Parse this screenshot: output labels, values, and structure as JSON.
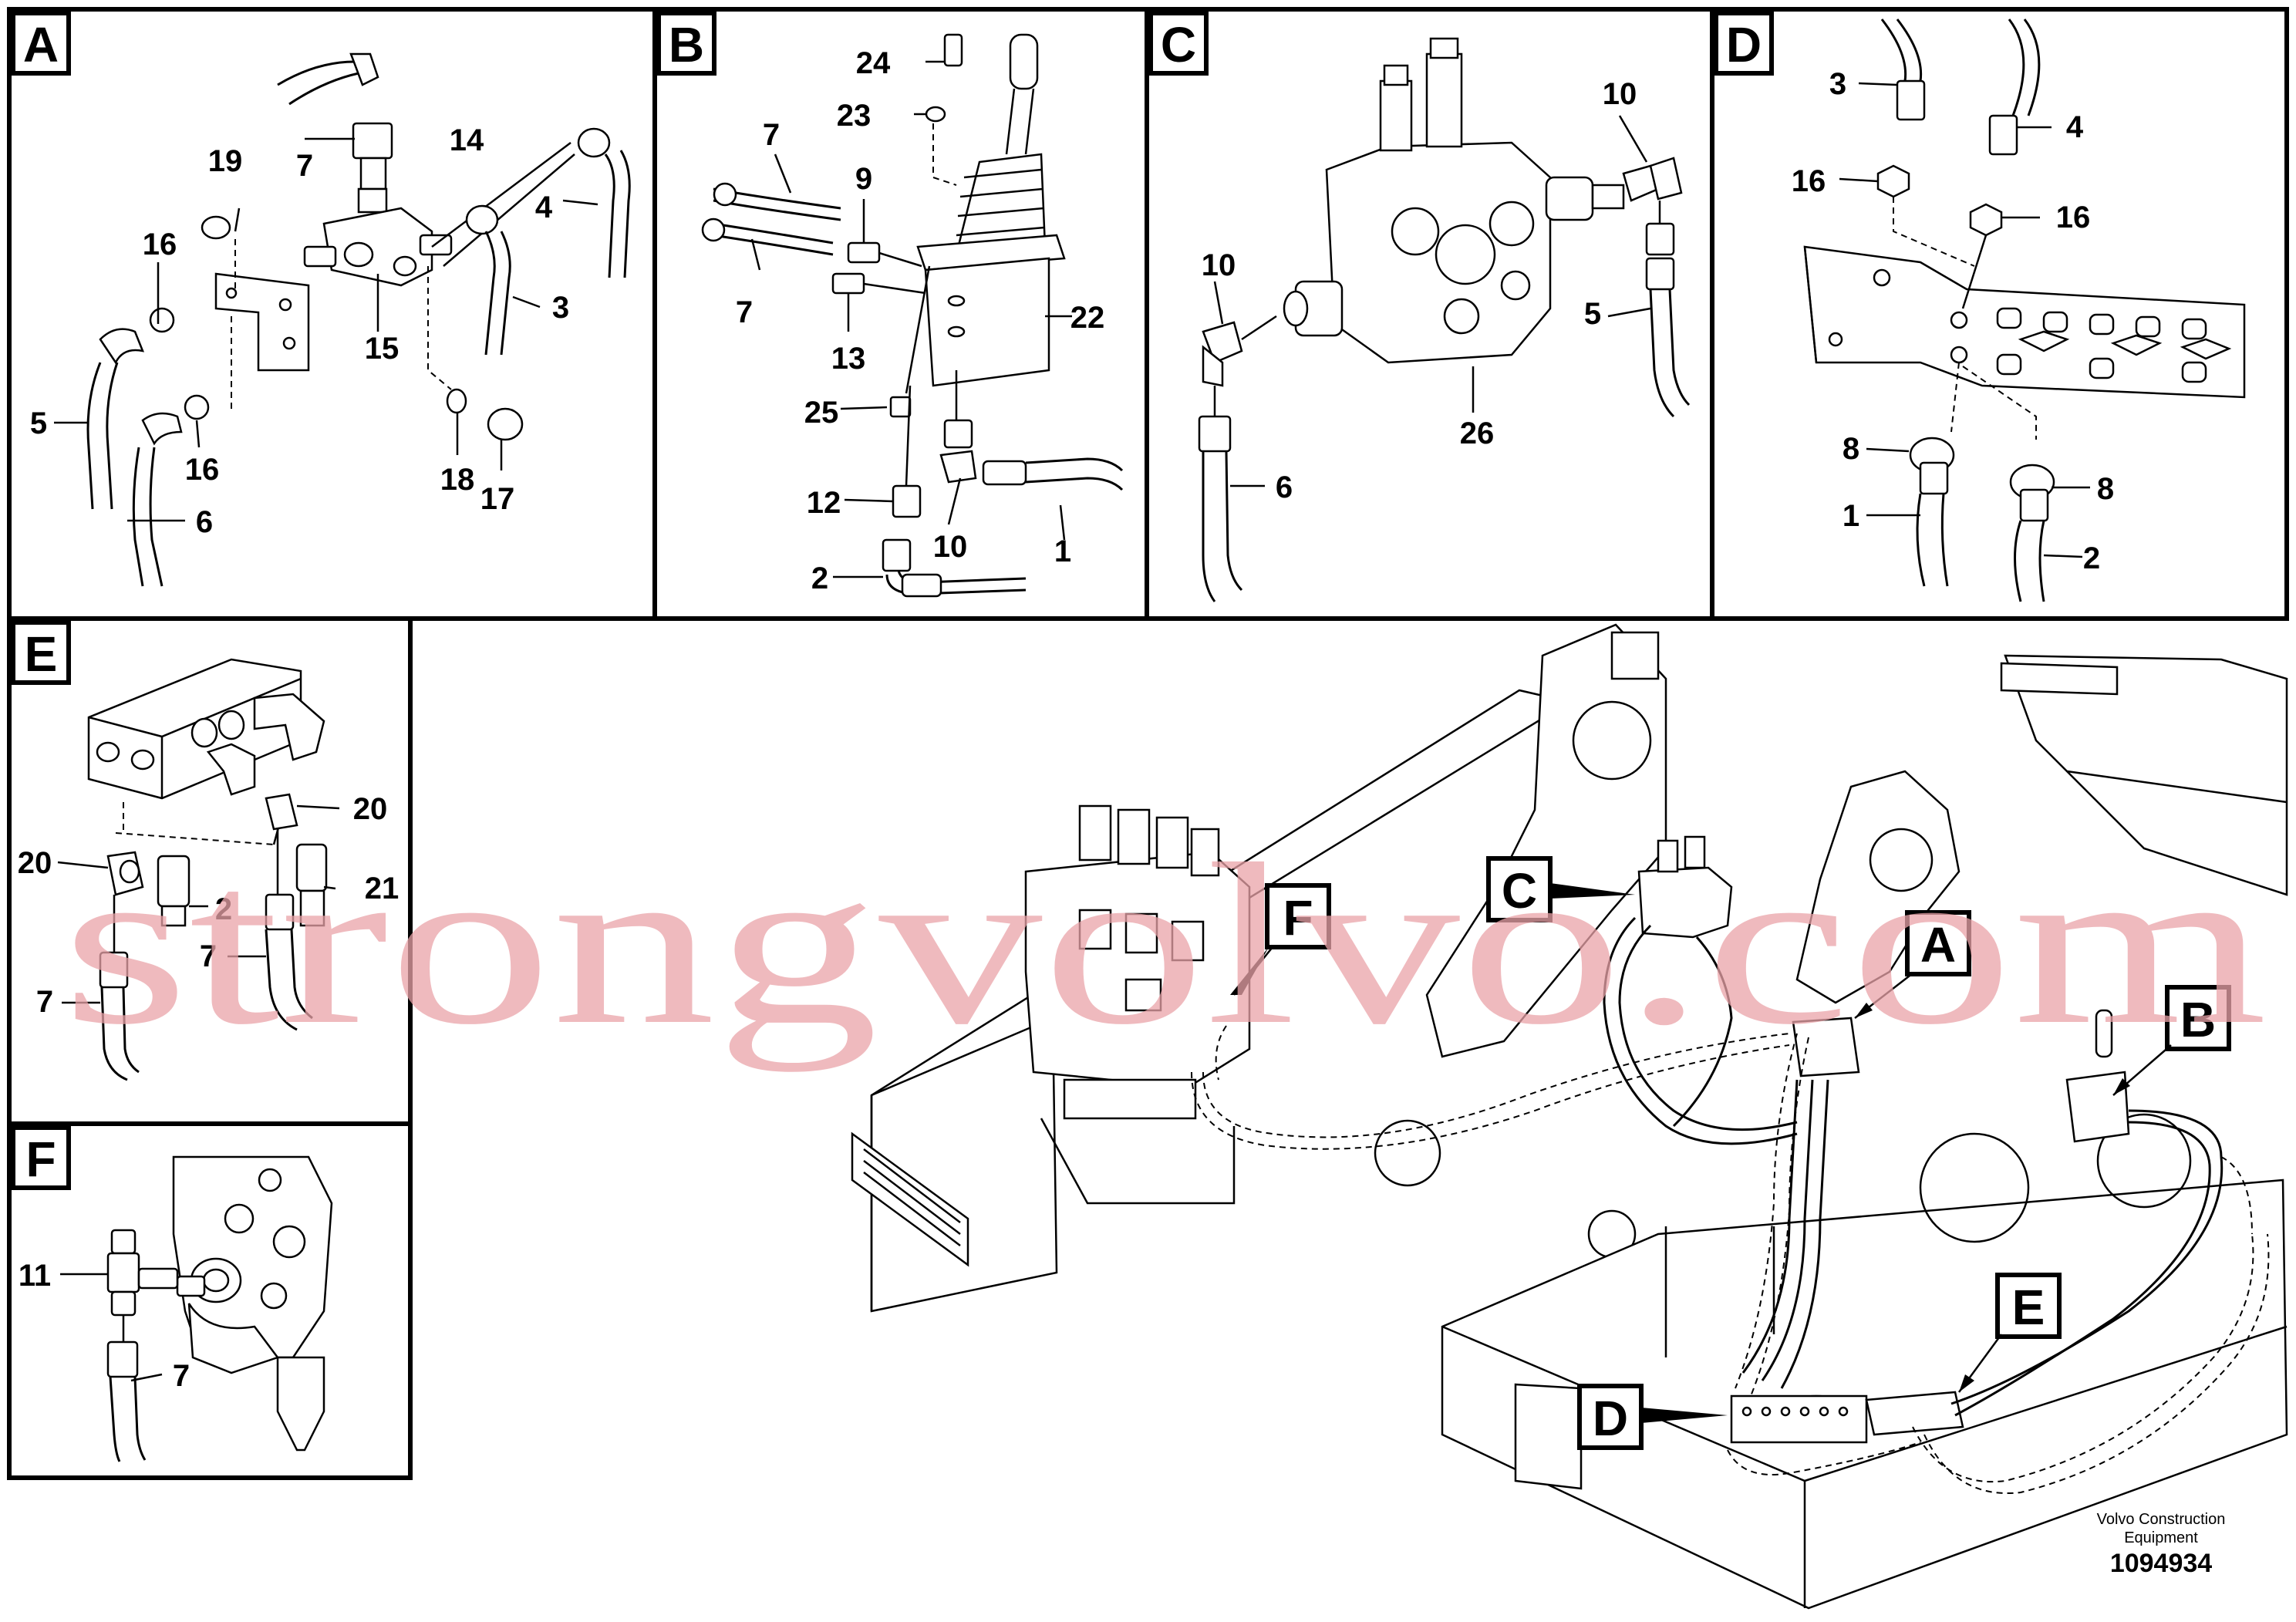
{
  "panels": {
    "A": {
      "letter": "A",
      "labels": {
        "l7": "7",
        "l14": "14",
        "l19": "19",
        "l4": "4",
        "l16a": "16",
        "l3": "3",
        "l15": "15",
        "l5": "5",
        "l16b": "16",
        "l6": "6",
        "l18": "18",
        "l17": "17"
      }
    },
    "B": {
      "letter": "B",
      "labels": {
        "l24": "24",
        "l23": "23",
        "l7a": "7",
        "l9": "9",
        "l7b": "7",
        "l22": "22",
        "l13": "13",
        "l25": "25",
        "l12": "12",
        "l10": "10",
        "l1": "1",
        "l2": "2"
      }
    },
    "C": {
      "letter": "C",
      "labels": {
        "l10a": "10",
        "l10b": "10",
        "l5": "5",
        "l26": "26",
        "l6": "6"
      }
    },
    "D": {
      "letter": "D",
      "labels": {
        "l3": "3",
        "l4": "4",
        "l16a": "16",
        "l16b": "16",
        "l8a": "8",
        "l8b": "8",
        "l1": "1",
        "l2": "2"
      }
    },
    "E": {
      "letter": "E",
      "labels": {
        "l20a": "20",
        "l20b": "20",
        "l2": "2",
        "l21": "21",
        "l7a": "7",
        "l7b": "7"
      }
    },
    "F": {
      "letter": "F",
      "labels": {
        "l11": "11",
        "l7": "7"
      }
    }
  },
  "main": {
    "callouts": {
      "A": "A",
      "B": "B",
      "C": "C",
      "D": "D",
      "E": "E",
      "F": "F"
    }
  },
  "footer": {
    "company": "Volvo Construction",
    "company2": "Equipment",
    "number": "1094934"
  },
  "watermark": "strongvolvo.com"
}
